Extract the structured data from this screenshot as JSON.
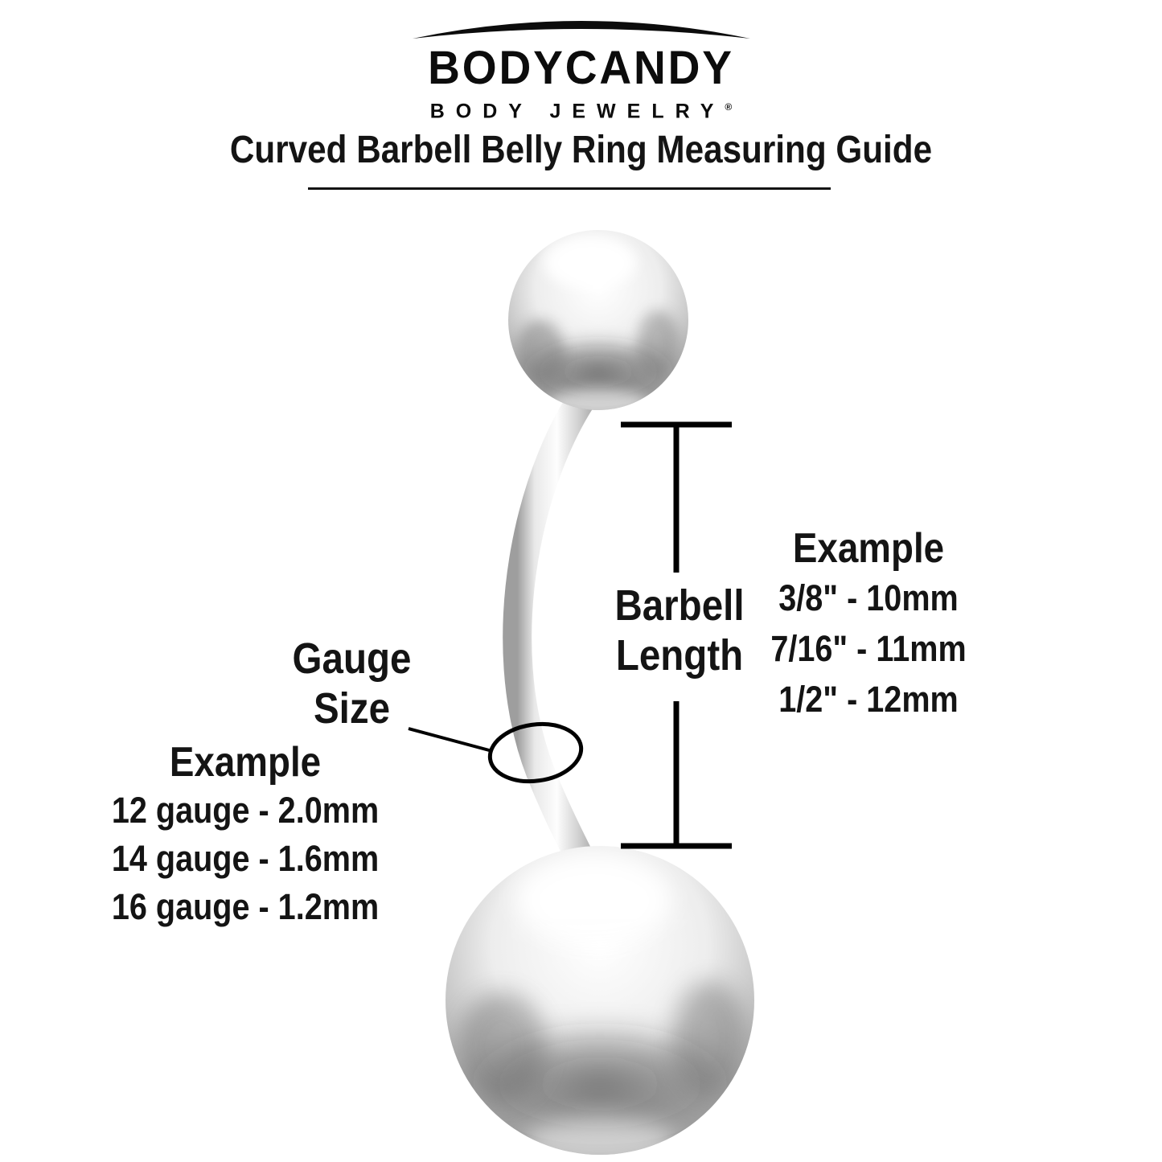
{
  "logo": {
    "brand": "BODYCANDY",
    "subtitle": "BODY JEWELRY",
    "registered": "®"
  },
  "title": "Curved Barbell Belly Ring Measuring Guide",
  "barbell_length": {
    "label_line1": "Barbell",
    "label_line2": "Length",
    "example_heading": "Example",
    "values": [
      "3/8\" - 10mm",
      "7/16\" - 11mm",
      "1/2\" - 12mm"
    ]
  },
  "gauge_size": {
    "label_line1": "Gauge",
    "label_line2": "Size",
    "example_heading": "Example",
    "values": [
      "12 gauge - 2.0mm",
      "14 gauge - 1.6mm",
      "16 gauge - 1.2mm"
    ]
  },
  "colors": {
    "text": "#141414",
    "line": "#000000",
    "metal_light": "#fdfdfd",
    "metal_mid": "#c6c6c6",
    "metal_dark": "#9d9d9d",
    "background": "#ffffff"
  }
}
